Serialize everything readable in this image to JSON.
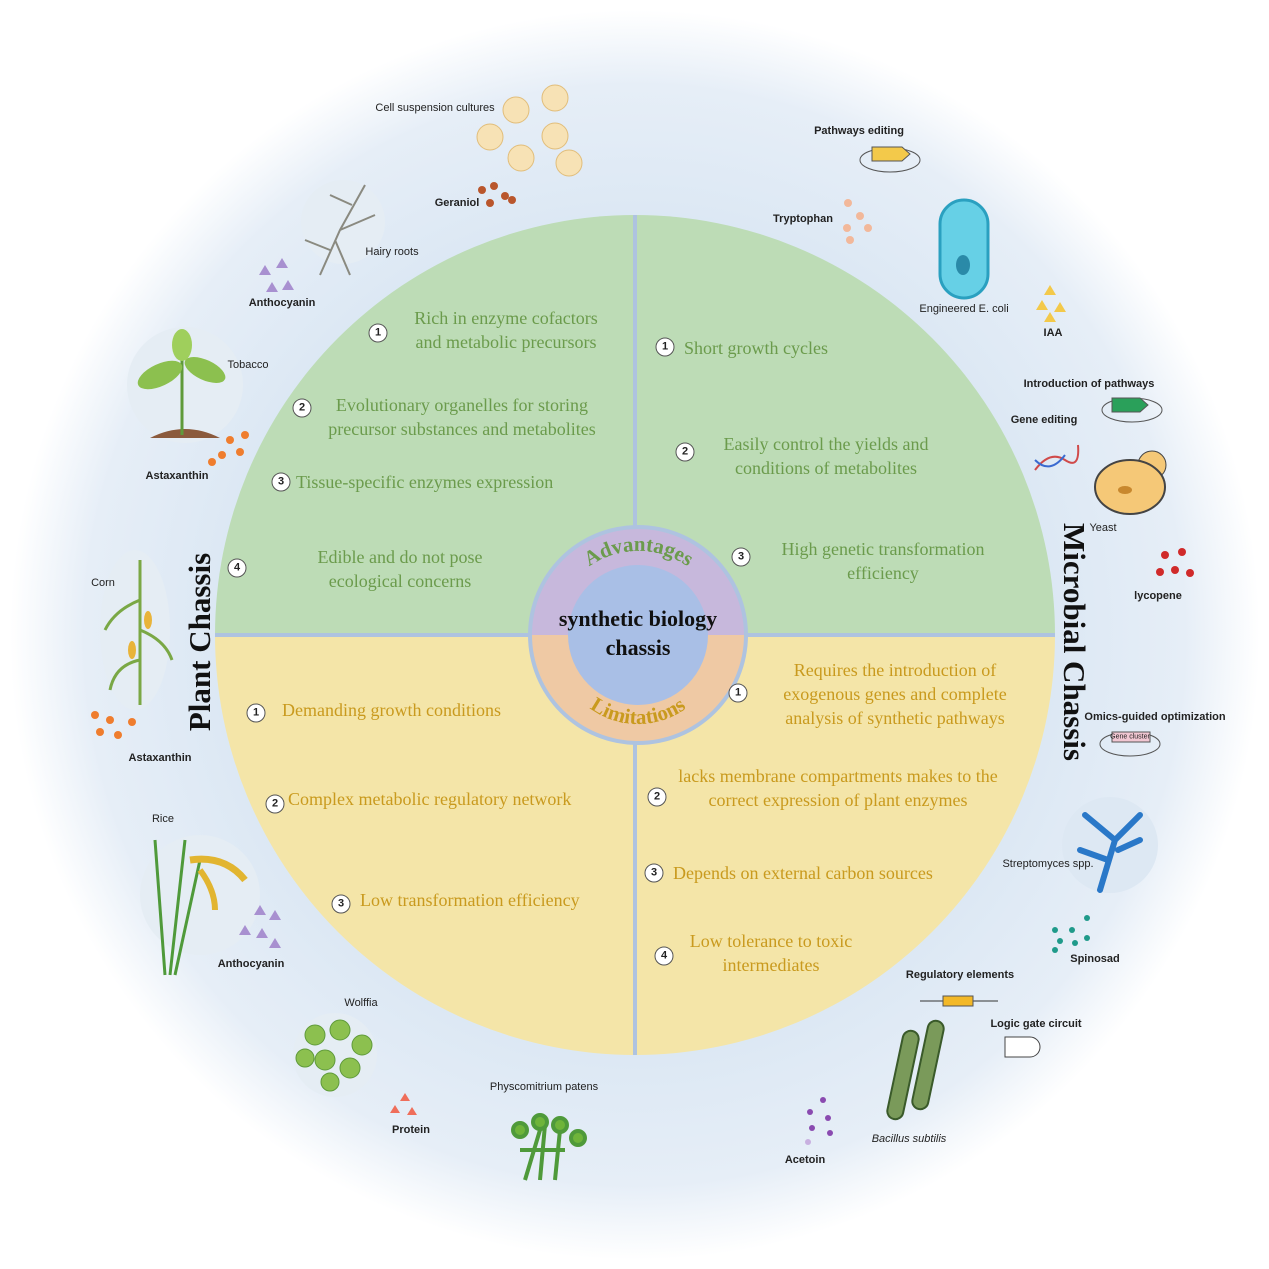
{
  "center": {
    "line1": "synthetic biology",
    "line2": "chassis",
    "advantages": "Advantages",
    "limitations": "Limitations"
  },
  "sides": {
    "plant": "Plant Chassis",
    "microbial": "Microbial Chassis"
  },
  "plant_advantages": [
    {
      "num": "1",
      "lines": [
        "Rich in enzyme cofactors",
        "and metabolic precursors"
      ]
    },
    {
      "num": "2",
      "lines": [
        "Evolutionary organelles for storing",
        "precursor substances and metabolites"
      ]
    },
    {
      "num": "3",
      "lines": [
        "Tissue-specific enzymes expression"
      ]
    },
    {
      "num": "4",
      "lines": [
        "Edible and do not pose",
        "ecological concerns"
      ]
    }
  ],
  "microbial_advantages": [
    {
      "num": "1",
      "lines": [
        "Short growth cycles"
      ]
    },
    {
      "num": "2",
      "lines": [
        "Easily control the yields and",
        "conditions of metabolites"
      ]
    },
    {
      "num": "3",
      "lines": [
        "High genetic transformation",
        "efficiency"
      ]
    }
  ],
  "plant_limitations": [
    {
      "num": "1",
      "lines": [
        "Demanding growth conditions"
      ]
    },
    {
      "num": "2",
      "lines": [
        "Complex metabolic regulatory network"
      ]
    },
    {
      "num": "3",
      "lines": [
        "Low transformation efficiency"
      ]
    }
  ],
  "microbial_limitations": [
    {
      "num": "1",
      "lines": [
        "Requires the introduction of",
        "exogenous genes and complete",
        "analysis of synthetic pathways"
      ]
    },
    {
      "num": "2",
      "lines": [
        "lacks membrane compartments makes to the",
        "correct expression of plant enzymes"
      ]
    },
    {
      "num": "3",
      "lines": [
        "Depends on external carbon sources"
      ]
    },
    {
      "num": "4",
      "lines": [
        "Low tolerance to toxic",
        "intermediates"
      ]
    }
  ],
  "plant_labels": [
    "Cell suspension cultures",
    "Geraniol",
    "Hairy roots",
    "Anthocyanin",
    "Tobacco",
    "Astaxanthin",
    "Corn",
    "Astaxanthin",
    "Rice",
    "Anthocyanin",
    "Wolffia",
    "Protein",
    "Physcomitrium patens"
  ],
  "microbe_labels": [
    "Pathways editing",
    "Tryptophan",
    "Engineered E. coli",
    "IAA",
    "Introduction of pathways",
    "Gene editing",
    "Yeast",
    "lycopene",
    "Omics-guided optimization",
    "Gene cluster",
    "Streptomyces spp.",
    "Spinosad",
    "Regulatory elements",
    "Logic gate circuit",
    "Bacillus subtilis",
    "Acetoin"
  ],
  "colors": {
    "green_quadrant": "#bddcb6",
    "yellow_quadrant": "#f4e5a8",
    "green_text": "#6b9b4c",
    "gold_text": "#c99a1e",
    "ring_purple": "#c7b8dc",
    "ring_orange": "#efc9a4",
    "core_blue": "#a9bfe6"
  }
}
